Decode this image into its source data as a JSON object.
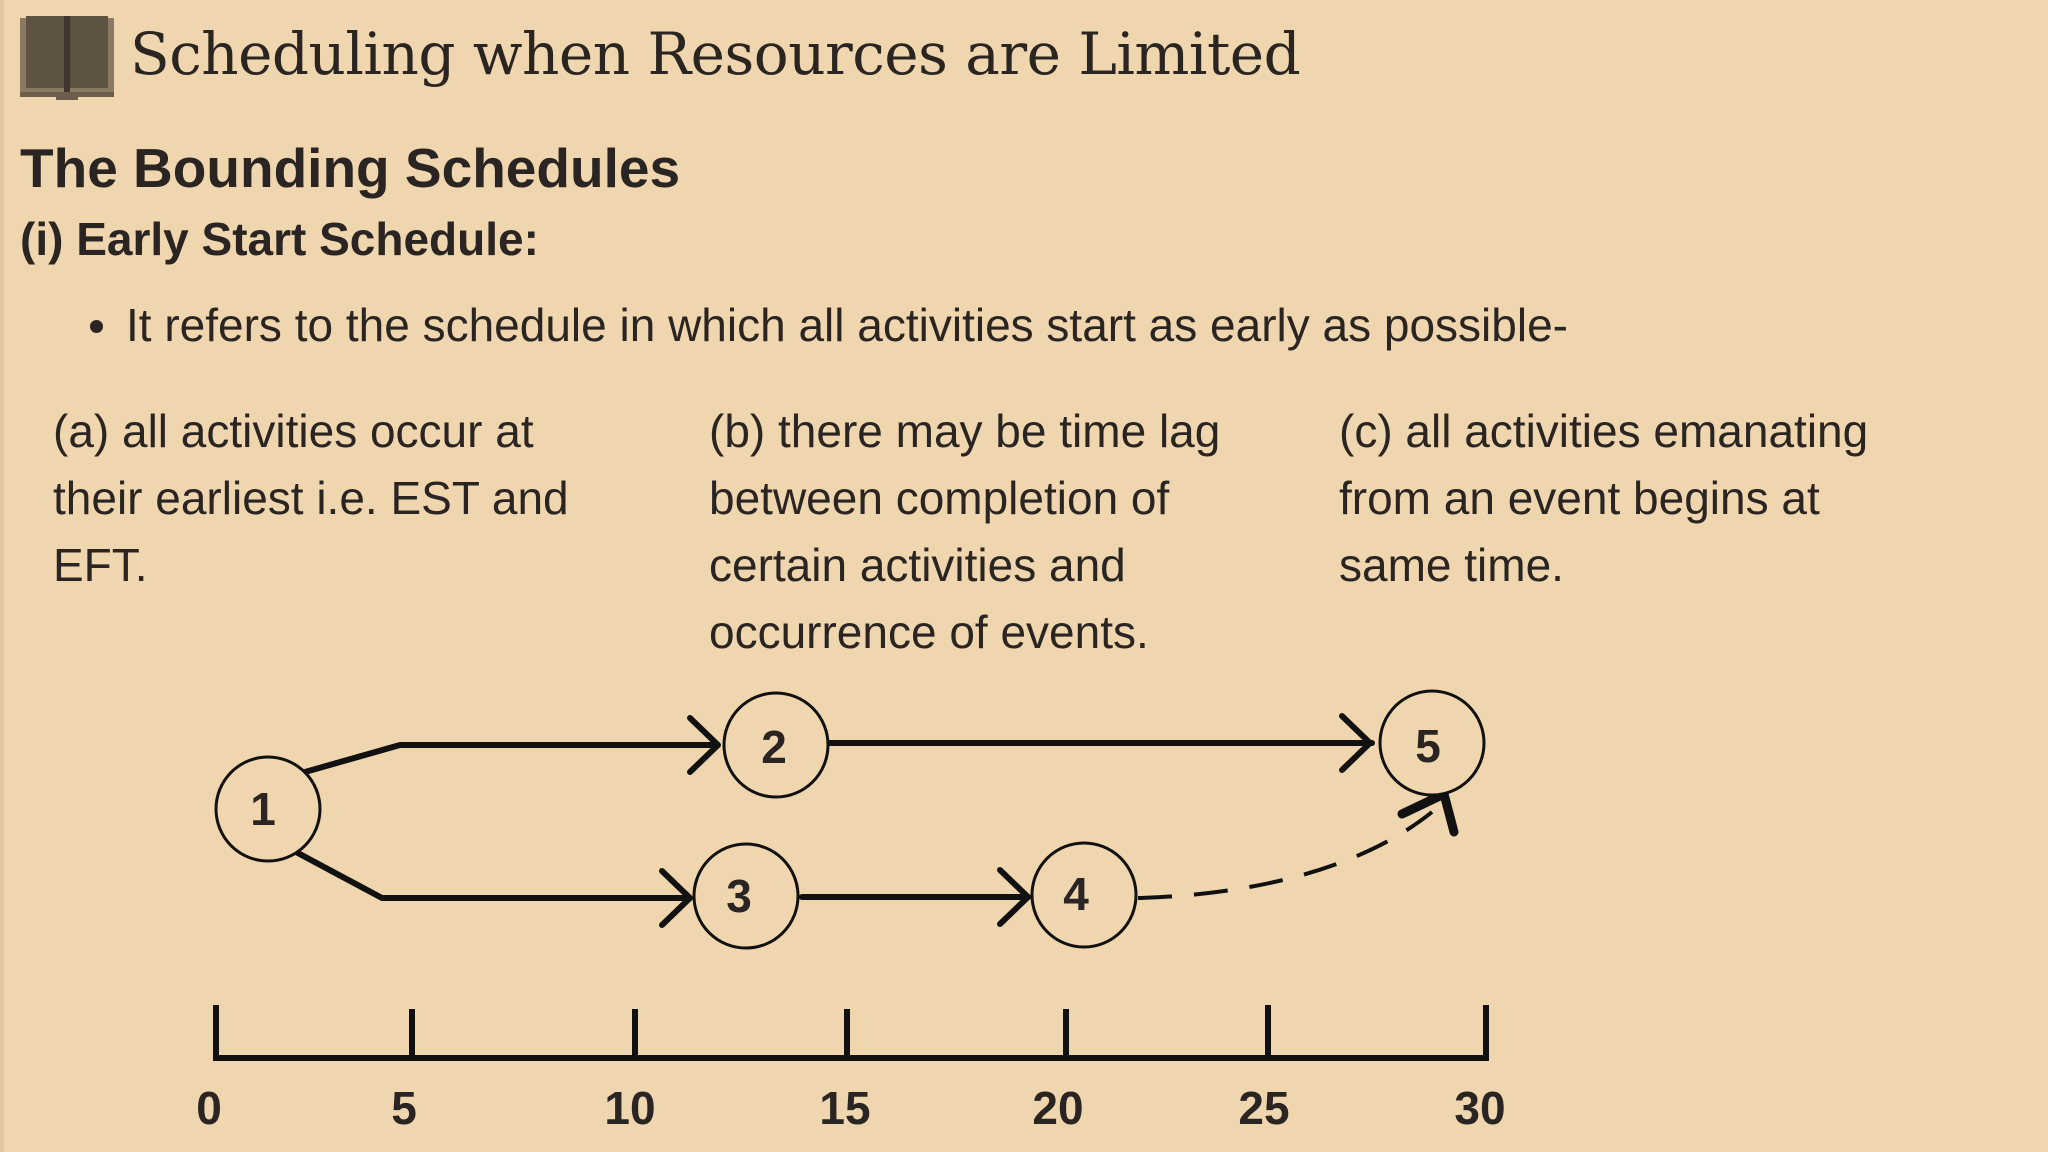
{
  "header": {
    "title": "Scheduling when Resources are Limited",
    "icon": "open-book-icon"
  },
  "section": {
    "heading": "The Bounding Schedules",
    "subheading": "(i) Early Start Schedule:",
    "bullet": "It refers to the schedule in which all activities start as early as possible-"
  },
  "points": {
    "a": [
      "(a) all activities occur at",
      "their earliest i.e. EST and",
      "EFT."
    ],
    "b": [
      "(b) there may be time lag",
      "between completion of",
      "certain activities and",
      "occurrence of events."
    ],
    "c": [
      "(c) all activities emanating",
      "from an event begins at",
      "same time."
    ]
  },
  "network": {
    "nodes": [
      "1",
      "2",
      "3",
      "4",
      "5"
    ],
    "edges": [
      {
        "from": "1",
        "to": "2",
        "style": "solid"
      },
      {
        "from": "1",
        "to": "3",
        "style": "solid"
      },
      {
        "from": "2",
        "to": "5",
        "style": "solid"
      },
      {
        "from": "3",
        "to": "4",
        "style": "solid"
      },
      {
        "from": "4",
        "to": "5",
        "style": "dashed"
      }
    ]
  },
  "timeline": {
    "ticks": [
      "0",
      "5",
      "10",
      "15",
      "20",
      "25",
      "30"
    ]
  },
  "colors": {
    "background": "#f0d6ae",
    "ink": "#2a2522"
  }
}
